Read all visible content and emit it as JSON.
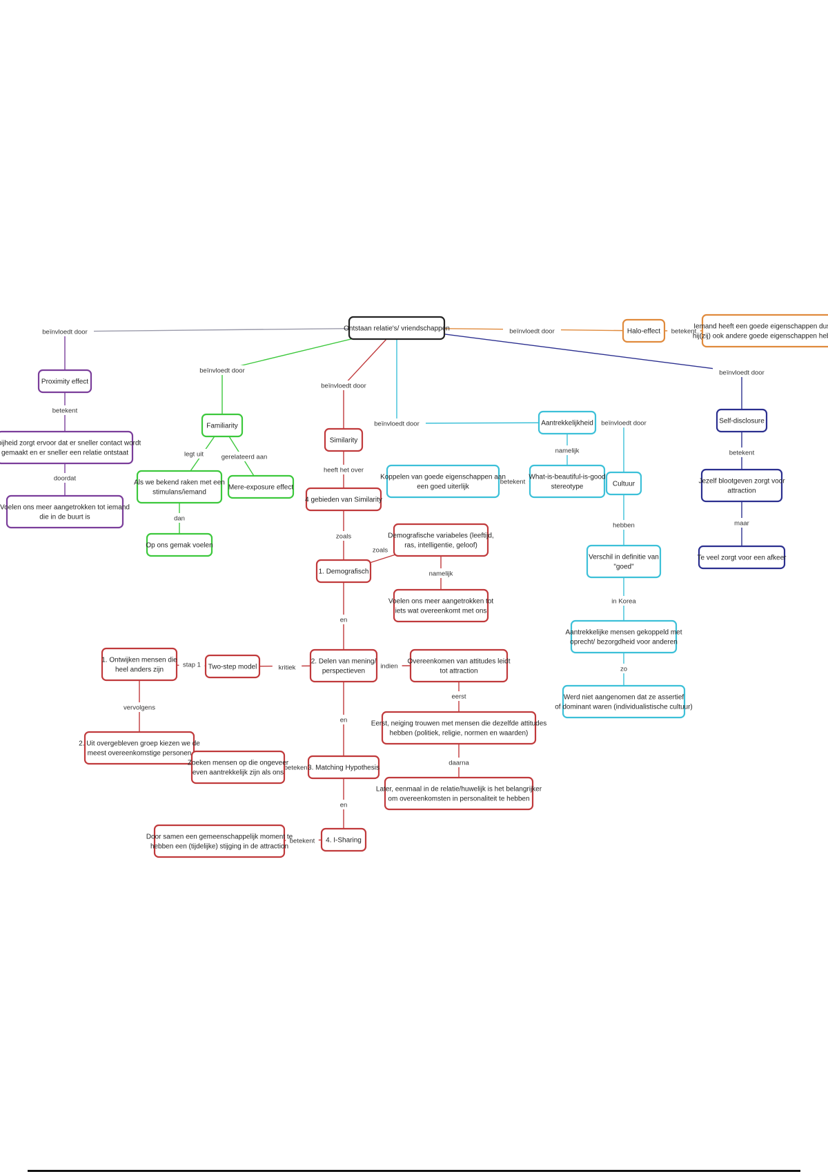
{
  "colors": {
    "root": "#222222",
    "purple": "#7a3d9a",
    "green": "#3cc83c",
    "red": "#c0393b",
    "cyan": "#3cc0d8",
    "orange": "#e08a3c",
    "navy": "#2b2f8f",
    "gray": "#9a9aaa"
  },
  "nodes": {
    "root": "Ontstaan relatie's/ vriendschappen",
    "proximity": "Proximity effect",
    "proximity_def": [
      "Nabijheid zorgt ervoor dat er sneller contact wordt",
      "gemaakt en er sneller een relatie ontstaat"
    ],
    "proximity_effect": [
      "Voelen ons meer aangetrokken tot iemand",
      "die in de buurt is"
    ],
    "familiarity": "Familiarity",
    "fam_stimulans": [
      "Als we bekend raken met een",
      "stimulans/iemand"
    ],
    "mere_exposure": "Mere-exposure effect",
    "op_ons_gemak": "Op ons gemak voelen",
    "similarity": "Similarity",
    "vier_gebieden": "4 gebieden van Similarity",
    "demografisch": "1. Demografisch",
    "demo_variabelen": [
      "Demografische variabeles (leeftijd,",
      "ras, intelligentie, geloof)"
    ],
    "demo_aangetrokken": [
      "Voelen ons meer aangetrokken tot",
      "iets wat overeenkomt met ons"
    ],
    "delen_mening": [
      "2. Delen van mening/",
      "perspectieven"
    ],
    "two_step": "Two-step model",
    "ontwijken": [
      "1. Ontwijken mensen die",
      "heel anders zijn"
    ],
    "overgebleven": [
      "2. Uit overgebleven groep kiezen we de",
      "meest overeenkomstige personen"
    ],
    "overeenkomen_attitudes": [
      "Overeenkomen van attitudes leidt",
      "tot attraction"
    ],
    "eerst_neiging": [
      "Eerst, neiging trouwen met mensen die dezelfde attitudes",
      "hebben (politiek, religie, normen en waarden)"
    ],
    "later_relatie": [
      "Later, eenmaal in de relatie/huwelijk is het belangrijker",
      "om overeenkomsten in personaliteit te hebben"
    ],
    "matching": "3. Matching Hypothesis",
    "zoeken_mensen": [
      "Zoeken mensen op die ongeveer",
      "even aantrekkelijk zijn als ons"
    ],
    "i_sharing": "4. I-Sharing",
    "samen_moment": [
      "Door samen een gemeenschappelijk moment te",
      "hebben een (tijdelijke) stijging in de attraction"
    ],
    "aantrekkelijkheid": "Aantrekkelijkheid",
    "what_is_beautiful": [
      "What-is-beautiful-is-good",
      "stereotype"
    ],
    "koppelen": [
      "Koppelen van goede eigenschappen aan",
      "een goed uiterlijk"
    ],
    "cultuur": "Cultuur",
    "verschil_goed": [
      "Verschil in definitie van",
      "\"goed\""
    ],
    "korea": [
      "Aantrekkelijke mensen gekoppeld met",
      "oprecht/ bezorgdheid voor anderen"
    ],
    "westen": [
      "Werd niet aangenomen dat ze assertief",
      "of dominant waren (individualistische cultuur)"
    ],
    "halo": "Halo-effect",
    "halo_def": [
      "Iemand heeft een goede eigenschappen dus zal",
      "hij(zij) ook andere goede eigenschappen hebben"
    ],
    "self_disclosure": "Self-disclosure",
    "jezelf_blootgeven": [
      "Jezelf blootgeven zorgt voor",
      "attraction"
    ],
    "te_veel": "Te veel zorgt voor een afkeer"
  },
  "edge_labels": {
    "beinvloedt_door": "beïnvloedt door",
    "betekent": "betekent",
    "doordat": "doordat",
    "legt_uit": "legt uit",
    "gerelateerd_aan": "gerelateerd aan",
    "dan": "dan",
    "heeft_het_over": "heeft het over",
    "zoals": "zoals",
    "namelijk": "namelijk",
    "en": "en",
    "stap_1": "stap 1",
    "vervolgens": "vervolgens",
    "kritiek": "kritiek",
    "indien": "indien",
    "eerst": "eerst",
    "daarna": "daarna",
    "hebben": "hebben",
    "in_korea": "in Korea",
    "zo": "zo",
    "maar": "maar"
  }
}
